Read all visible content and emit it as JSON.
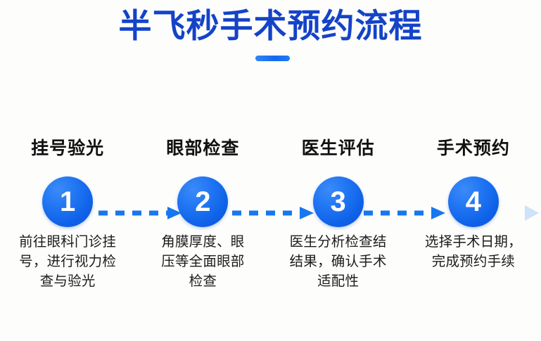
{
  "title": {
    "text": "半飞秒手术预约流程",
    "color": "#1443c8",
    "underline_color": "#1569f0"
  },
  "flow": {
    "accent_color": "#1677f0",
    "circle_color": "#0f62e8",
    "connector": {
      "style": "dashed-arrow",
      "fade_in_left": true,
      "fade_out_right": true
    },
    "steps": [
      {
        "number": "1",
        "heading": "挂号验光",
        "description": "前往眼科门诊挂\n号，进行视力检\n查与验光"
      },
      {
        "number": "2",
        "heading": "眼部检查",
        "description": "角膜厚度、眼\n压等全面眼部\n检查"
      },
      {
        "number": "3",
        "heading": "医生评估",
        "description": "医生分析检查结\n结果，确认手术\n适配性"
      },
      {
        "number": "4",
        "heading": "手术预约",
        "description": "选择手术日期，\n完成预约手续"
      }
    ]
  }
}
